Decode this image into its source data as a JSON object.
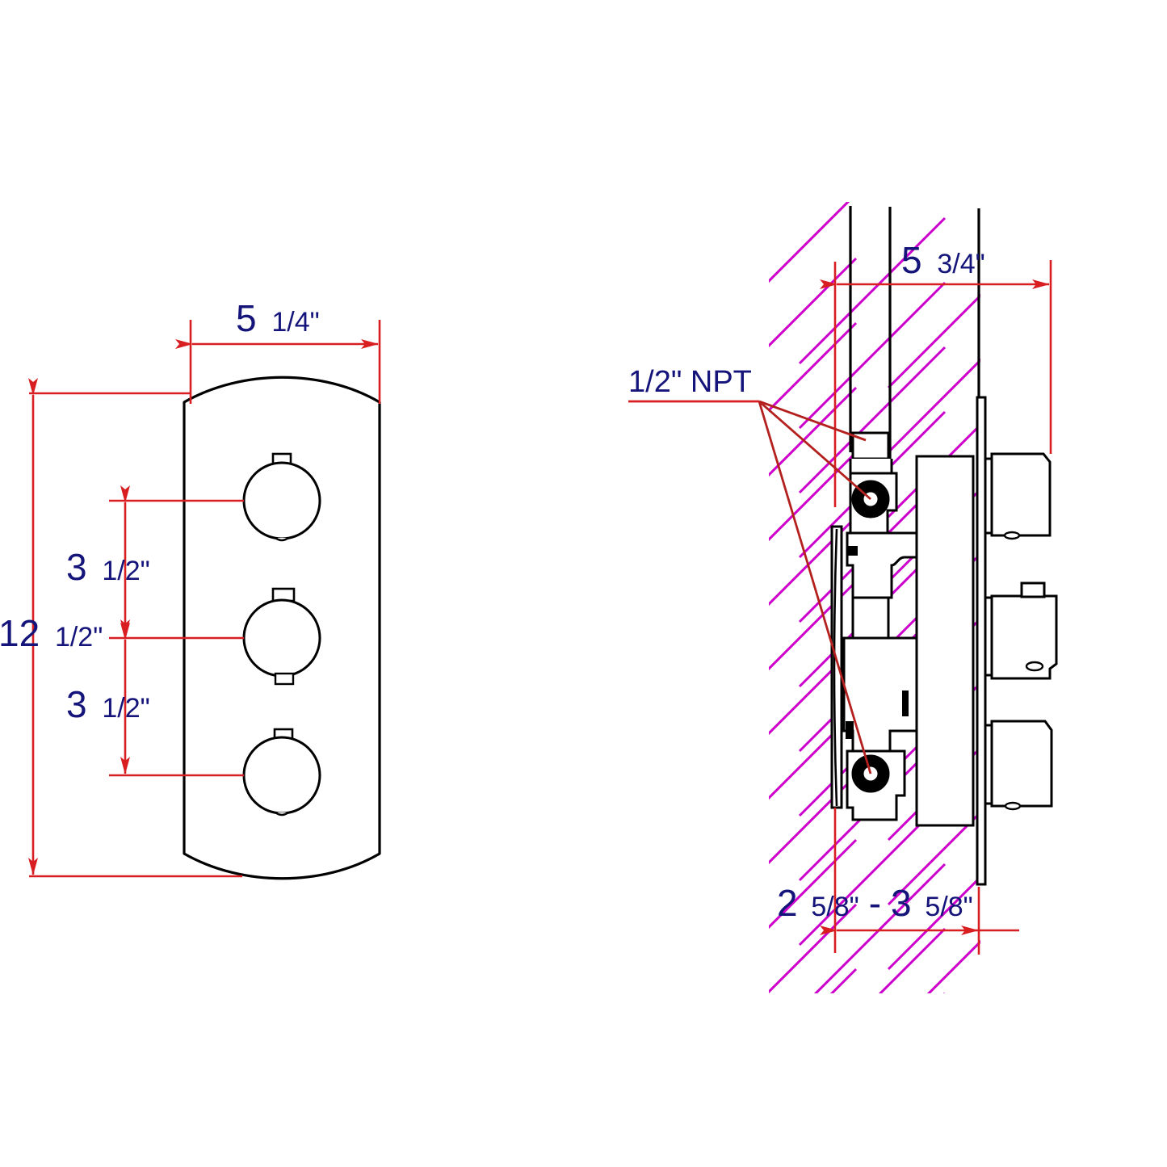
{
  "drawing": {
    "title": "Thermostatic shower valve trim and rough-in dimensional drawing",
    "views": [
      {
        "name": "front-elevation",
        "description": "Front view of three-handle escutcheon plate"
      },
      {
        "name": "side-section",
        "description": "Side sectional view of valve body in wall"
      }
    ],
    "colors": {
      "dimension_line": "#d81e20",
      "dimension_text": "#14147a",
      "outline": "#000000",
      "wall_hatch": "#cc00cc",
      "background": "#ffffff"
    }
  },
  "front_view": {
    "width_dim": {
      "whole": "5",
      "fraction": "1/4\"",
      "full": "5 1/4\""
    },
    "height_dim": {
      "whole": "12",
      "fraction": "1/2\"",
      "full": "12 1/2\""
    },
    "spacing_top_dim": {
      "whole": "3",
      "fraction": "1/2\"",
      "full": "3 1/2\""
    },
    "spacing_bottom_dim": {
      "whole": "3",
      "fraction": "1/2\"",
      "full": "3 1/2\""
    },
    "handles": [
      {
        "name": "upper-handle-knob"
      },
      {
        "name": "middle-handle-knob"
      },
      {
        "name": "lower-handle-knob"
      }
    ]
  },
  "side_view": {
    "depth_dim": {
      "whole": "5",
      "fraction": "3/4\"",
      "full": "5 3/4\""
    },
    "rough_in_dim": {
      "min_whole": "2",
      "min_fraction": "5/8\"",
      "separator": "-",
      "max_whole": "3",
      "max_fraction": "5/8\"",
      "full": "2 5/8\" - 3 5/8\""
    },
    "npt_callout": {
      "label": "1/2\" NPT",
      "leader_count": 3
    },
    "ports": [
      {
        "name": "inlet-port-upper"
      },
      {
        "name": "inlet-port-lower"
      }
    ],
    "stems": [
      {
        "name": "upper-stem-block"
      },
      {
        "name": "middle-stem-block"
      },
      {
        "name": "lower-stem-block"
      }
    ]
  }
}
